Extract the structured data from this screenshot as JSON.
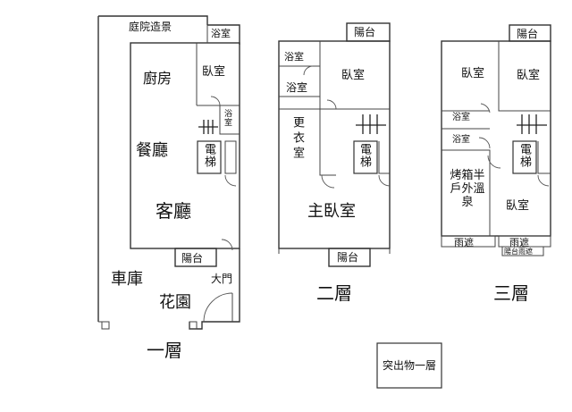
{
  "floor1": {
    "courtyard": "庭院造景",
    "bath_top": "浴室",
    "kitchen": "廚房",
    "bedroom": "臥室",
    "bath_small": "浴室",
    "dining": "餐廳",
    "elevator": "電梯",
    "living": "客廳",
    "balcony": "陽台",
    "garage": "車庫",
    "main_door": "大門",
    "garden": "花園",
    "caption": "一層"
  },
  "floor2": {
    "balcony_top": "陽台",
    "bath_1": "浴室",
    "bath_2": "浴室",
    "bedroom": "臥室",
    "closet": "更衣室",
    "elevator": "電梯",
    "master": "主臥室",
    "balcony_bottom": "陽台",
    "caption": "二層"
  },
  "floor3": {
    "balcony_top": "陽台",
    "bedroom_left": "臥室",
    "bedroom_right": "臥室",
    "bath_1": "浴室",
    "bath_2": "浴室",
    "elevator": "電梯",
    "sauna": "烤箱半戶外溫泉",
    "bedroom_bottom": "臥室",
    "canopy_left": "雨遮",
    "canopy_right": "雨遮",
    "balcony_canopy": "陽台雨遮",
    "caption": "三層"
  },
  "legend": {
    "note": "突出物一層"
  }
}
